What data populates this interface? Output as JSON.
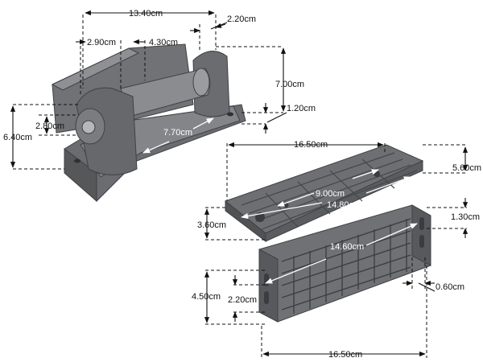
{
  "colors": {
    "part_dark": "#5b5d60",
    "part_mid": "#7a7c80",
    "part_light": "#9a9ca0",
    "part_edge": "#3f4144",
    "dim_line": "#111111"
  },
  "dimensions": {
    "top_width": "13.40cm",
    "lug_gap": "2.20cm",
    "left_offset": "2.90cm",
    "middle_offset": "4.30cm",
    "height": "7.00cm",
    "base_thickness": "1.20cm",
    "axle_height": "2.80cm",
    "total_height": "6.40cm",
    "base_span": "7.70cm",
    "plate_length_top": "16.50cm",
    "plate_height": "5.60cm",
    "inner_span": "9.00cm",
    "inner_length": "14.80cm",
    "side_height": "3.60cm",
    "side_offset": "1.30cm",
    "grid_length": "14.60cm",
    "rail_width": "0.60cm",
    "bracket_height": "4.50cm",
    "bracket_offset": "2.20cm",
    "plate_length_bottom": "16.50cm"
  }
}
